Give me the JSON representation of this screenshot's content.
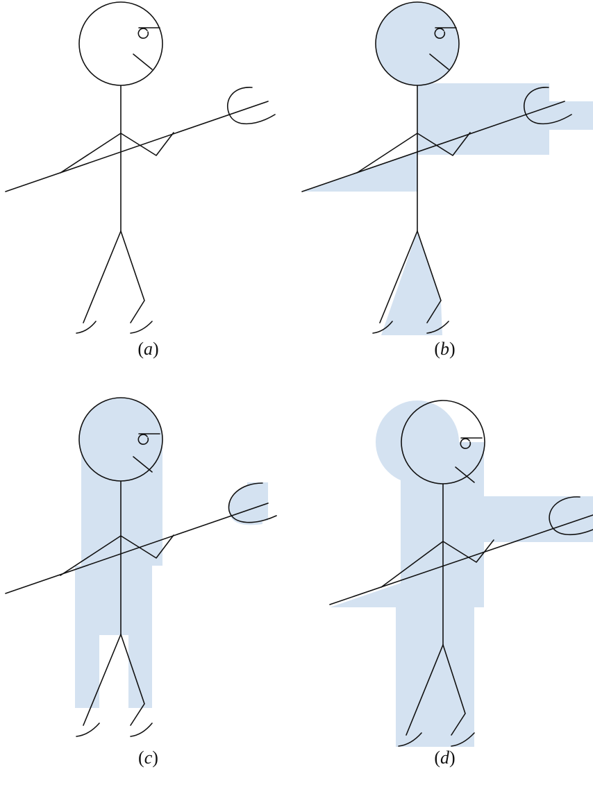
{
  "colors": {
    "shade": "#d4e2f1",
    "ink": "#111111",
    "background": "#ffffff"
  },
  "panels": [
    {
      "id": "a",
      "open": "(",
      "letter": "a",
      "close": ")"
    },
    {
      "id": "b",
      "open": "(",
      "letter": "b",
      "close": ")"
    },
    {
      "id": "c",
      "open": "(",
      "letter": "c",
      "close": ")"
    },
    {
      "id": "d",
      "open": "(",
      "letter": "d",
      "close": ")"
    }
  ]
}
